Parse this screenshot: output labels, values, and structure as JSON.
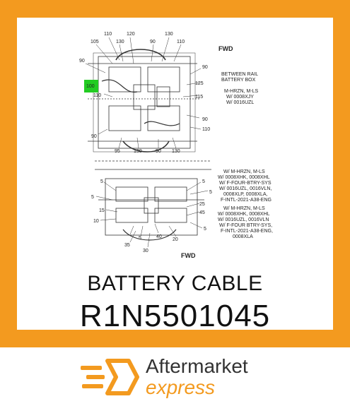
{
  "product": {
    "name": "BATTERY CABLE",
    "part_number": "R1N5501045"
  },
  "brand": {
    "line1": "Aftermarket",
    "line2": "express",
    "accent_color": "#f39a1f"
  },
  "diagram_top": {
    "callouts": [
      "110",
      "120",
      "130",
      "105",
      "130",
      "90",
      "110",
      "90",
      "100",
      "110",
      "90",
      "125",
      "115",
      "90",
      "110",
      "90",
      "95",
      "130",
      "90",
      "130"
    ],
    "fwd": "FWD",
    "note_lines": [
      "BETWEEN RAIL",
      "BATTERY BOX",
      "",
      "M-HRZN, M-LS",
      "W/ 0008XJY",
      "W/ 0016UZL"
    ],
    "highlight_label": "100",
    "highlight_color": "#22cc22"
  },
  "diagram_bottom": {
    "callouts": [
      "5",
      "5",
      "5",
      "25",
      "15",
      "45",
      "10",
      "5",
      "5",
      "5",
      "40",
      "20",
      "35",
      "30"
    ],
    "fwd": "FWD",
    "note1_lines": [
      "W/ M-HRZN, M-LS",
      "W/ 0008XHK, 0008XHL",
      "W/ F-FOUR-BTRY-SYS",
      "W/ 0016UZL, 0016VLN,",
      "0008XLP, 0008XLA,",
      "F-INTL-2021-A38-ENG"
    ],
    "note2_lines": [
      "W/ M-HRZN, M-LS",
      "W/ 0008XHK, 0008XHL",
      "W/ 0016UZL, 0016VLN",
      "W/ F-FOUR BTRY-SYS,",
      "F-INTL-2021-A38-ENG,",
      "0008XLA"
    ]
  }
}
